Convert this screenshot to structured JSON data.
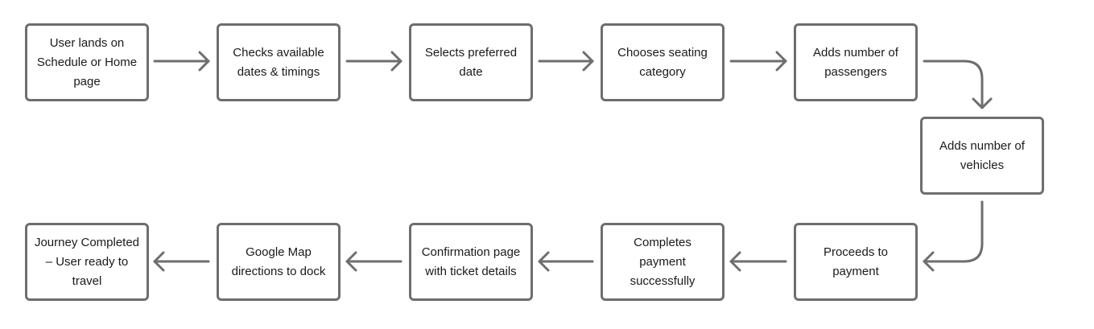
{
  "steps": [
    "User lands on Schedule or Home page",
    "Checks available dates & timings",
    "Selects preferred date",
    "Chooses seating category",
    "Adds number of passengers",
    "Adds number of vehicles",
    "Proceeds to payment",
    "Completes payment successfully",
    "Confirmation page with ticket details",
    "Google Map directions to dock",
    "Journey Completed – User ready to travel"
  ],
  "colors": {
    "stroke": "#6e6e6e",
    "text": "#1a1a1a",
    "background": "#ffffff"
  }
}
